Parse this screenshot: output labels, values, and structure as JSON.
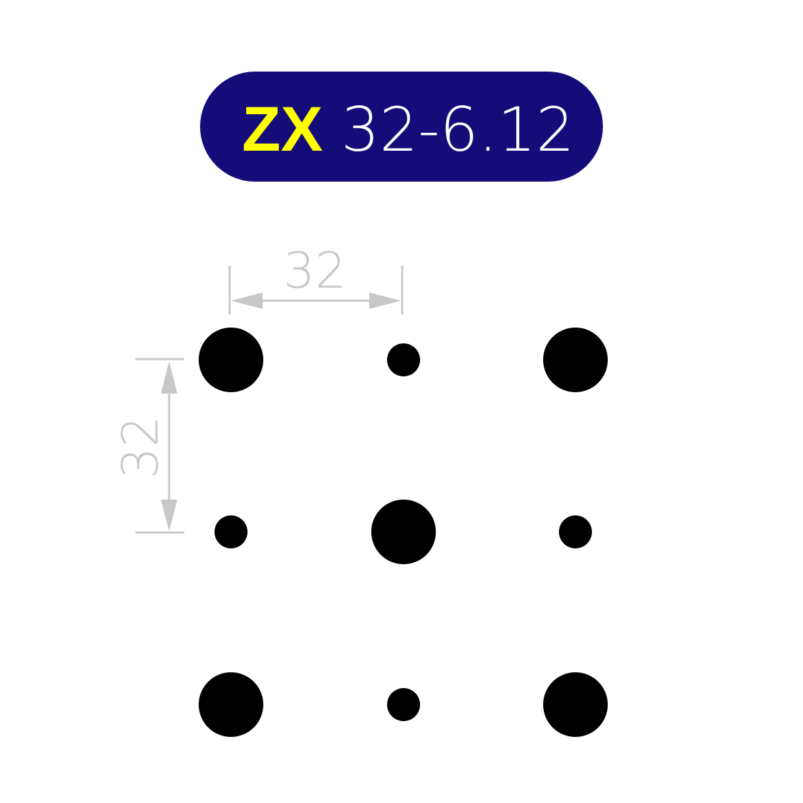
{
  "title": {
    "brand": "ZX",
    "code": "32-6.12"
  },
  "dimensions": {
    "horizontal": "32",
    "vertical": "32"
  },
  "colors": {
    "badge": "#150c7a",
    "brand": "#ffff00",
    "code": "#ffffff",
    "dimension": "#c8c8c8",
    "hole": "#000000"
  },
  "pattern": {
    "rows": [
      [
        "large",
        "small",
        "large"
      ],
      [
        "small",
        "large",
        "small"
      ],
      [
        "large",
        "small",
        "large"
      ]
    ]
  }
}
